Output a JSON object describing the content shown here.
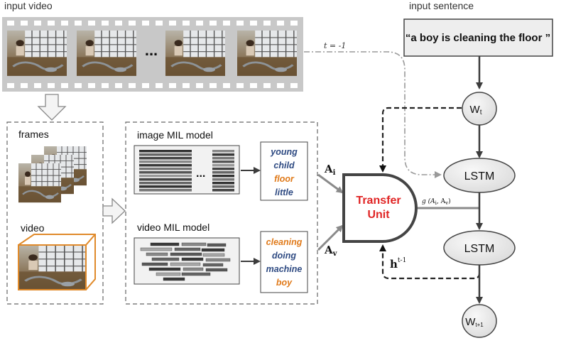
{
  "film_strip": {
    "label": "input video",
    "ellipsis": "..."
  },
  "sentence": {
    "label": "input sentence",
    "text": "“a boy is cleaning the floor ”"
  },
  "edge_labels": {
    "time": "t = -1",
    "a_i": "A",
    "a_i_sub": "i",
    "a_v": "A",
    "a_v_sub": "v",
    "g": "g (A",
    "g_sub1": "i",
    "g_mid": ", A",
    "g_sub2": "v",
    "g_end": ")",
    "h": "h",
    "h_sup": "t-1"
  },
  "left_panel": {
    "frames_label": "frames",
    "video_label": "video"
  },
  "mil_panel": {
    "image_model_label": "image MIL model",
    "video_model_label": "video MIL model",
    "image_words": [
      {
        "text": "young",
        "color": "#2e4a82"
      },
      {
        "text": "child",
        "color": "#2e4a82"
      },
      {
        "text": "floor",
        "color": "#e07a1a"
      },
      {
        "text": "little",
        "color": "#2e4a82"
      }
    ],
    "video_words": [
      {
        "text": "cleaning",
        "color": "#e07a1a"
      },
      {
        "text": "doing",
        "color": "#2e4a82"
      },
      {
        "text": "machine",
        "color": "#2e4a82"
      },
      {
        "text": "boy",
        "color": "#e07a1a"
      }
    ]
  },
  "transfer_unit": {
    "line1": "Transfer",
    "line2": "Unit",
    "color": "#e02424"
  },
  "nodes": {
    "w_t": "W",
    "w_t_sub": "t",
    "lstm_top": "LSTM",
    "lstm_bottom": "LSTM",
    "w_t1": "W",
    "w_t1_sub": "t+1"
  },
  "colors": {
    "orange_box": "#e08a2a",
    "film": "#c8c8c8",
    "arrow": "#888888"
  }
}
